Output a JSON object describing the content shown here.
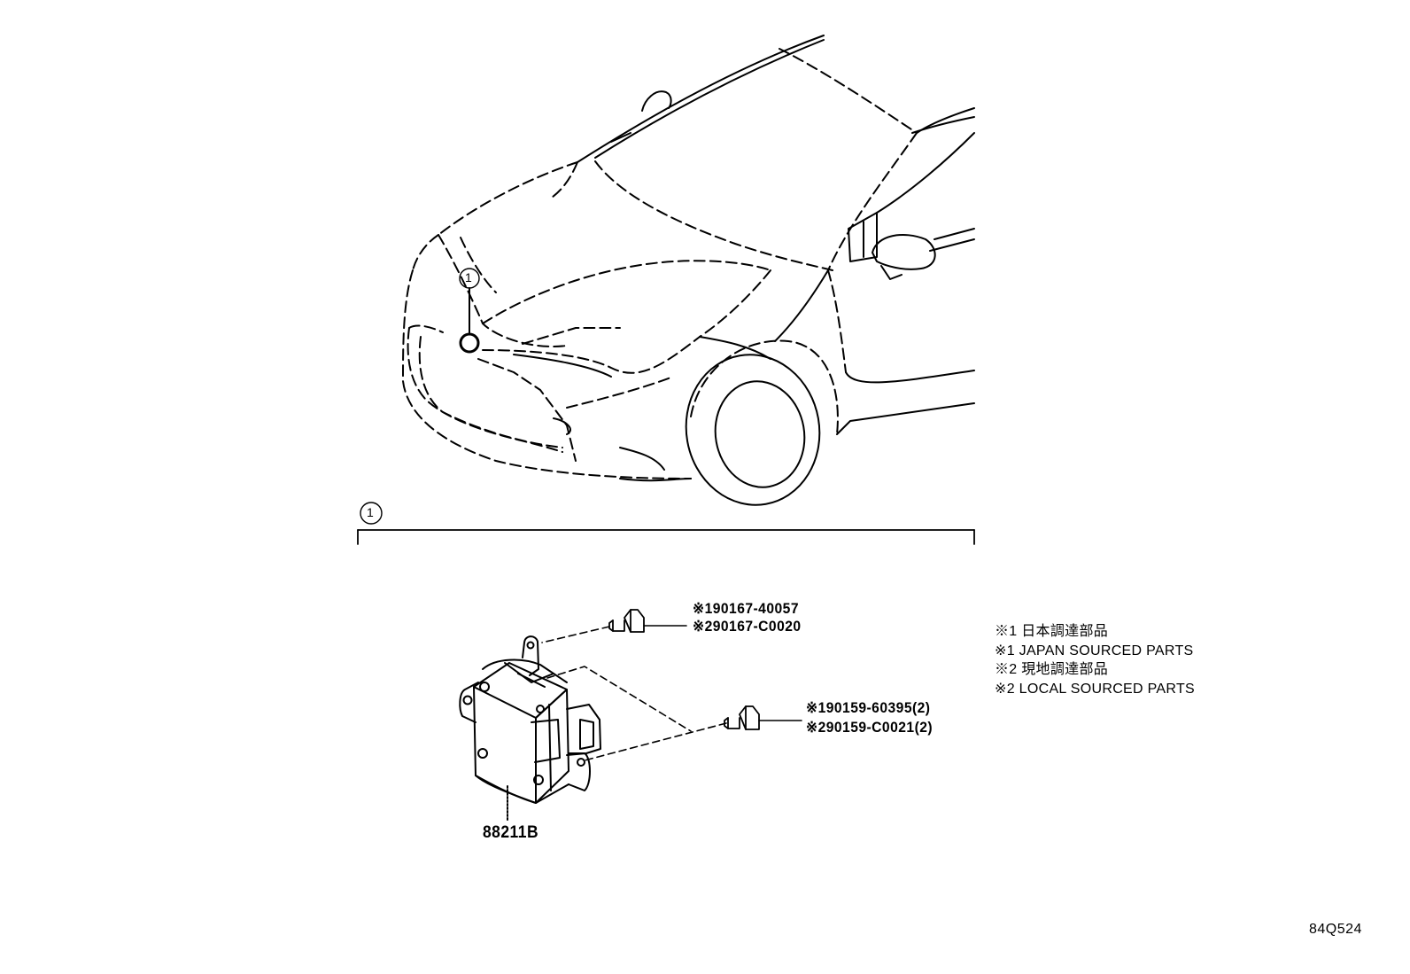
{
  "callouts": {
    "car_marker": "1",
    "section_marker": "1"
  },
  "parts": {
    "module": "88211B",
    "bolt_top": {
      "line1": "※190167-40057",
      "line2": "※290167-C0020"
    },
    "bolt_right": {
      "line1": "※190159-60395(2)",
      "line2": "※290159-C0021(2)"
    }
  },
  "legend": [
    "※1 日本調達部品",
    "※1 JAPAN SOURCED PARTS",
    "※2 現地調達部品",
    "※2 LOCAL SOURCED PARTS"
  ],
  "diagram_code": "84Q524"
}
